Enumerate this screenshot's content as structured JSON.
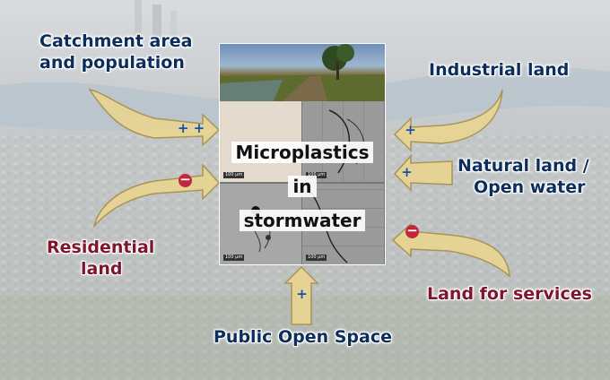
{
  "center": {
    "title_lines": [
      "Microplastics",
      "in",
      "stormwater"
    ],
    "scale_bar": "100 µm"
  },
  "colors": {
    "blue_label": "#0d2e5c",
    "red_label": "#7e1630",
    "arrow_fill": "#e8d592",
    "arrow_stroke": "#a8904c",
    "plus_sign": "#1b4fa3",
    "minus_sign": "#c0273d"
  },
  "factors": [
    {
      "id": "catchment",
      "lines": [
        "Catchment area",
        "and population"
      ],
      "sign": "+ +",
      "effect": "positive"
    },
    {
      "id": "industrial",
      "lines": [
        "Industrial land"
      ],
      "sign": "+",
      "effect": "positive"
    },
    {
      "id": "natural",
      "lines": [
        "Natural land /",
        "Open water"
      ],
      "sign": "+",
      "effect": "positive"
    },
    {
      "id": "residential",
      "lines": [
        "Residential",
        "land"
      ],
      "sign": "−",
      "effect": "negative"
    },
    {
      "id": "services",
      "lines": [
        "Land for services"
      ],
      "sign": "−",
      "effect": "negative"
    },
    {
      "id": "pos",
      "lines": [
        "Public Open Space"
      ],
      "sign": "+",
      "effect": "positive"
    }
  ]
}
